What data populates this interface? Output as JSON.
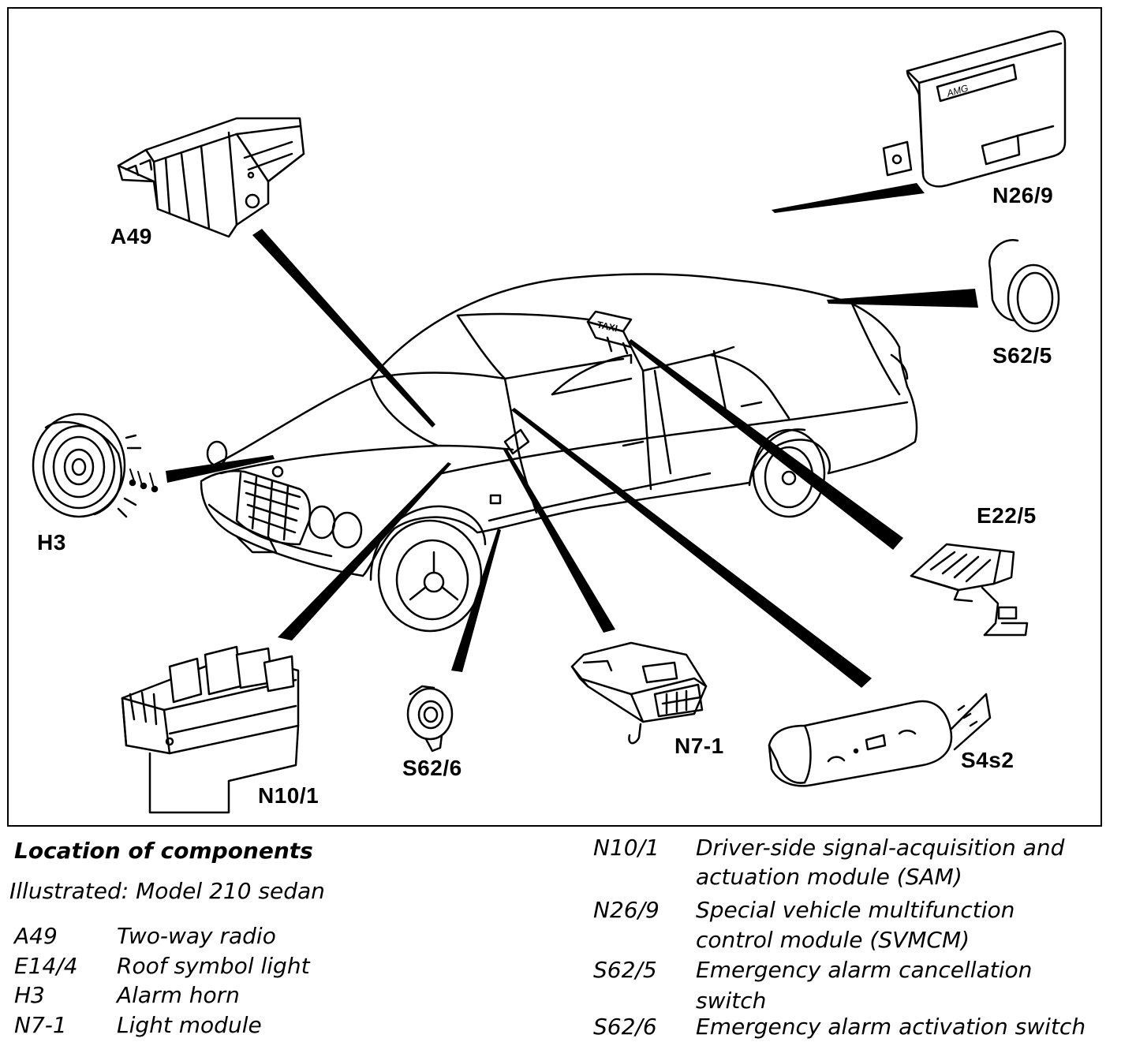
{
  "labels": {
    "a49": "A49",
    "n26_9": "N26/9",
    "s62_5": "S62/5",
    "h3": "H3",
    "e22_5": "E22/5",
    "n10_1": "N10/1",
    "s62_6": "S62/6",
    "n7_1": "N7-1",
    "s4s2": "S4s2",
    "taxi_sign": "TAXI",
    "module_badge": "AMG"
  },
  "caption": {
    "title": "Location of components",
    "subtitle": "Illustrated:  Model 210 sedan"
  },
  "legend_left": [
    {
      "code": "A49",
      "desc": "Two-way radio"
    },
    {
      "code": "E14/4",
      "desc": "Roof symbol light"
    },
    {
      "code": "H3",
      "desc": "Alarm horn"
    },
    {
      "code": "N7-1",
      "desc": "Light module"
    }
  ],
  "legend_right": [
    {
      "code": "N10/1",
      "desc_line1": "Driver-side signal-acquisition and",
      "desc_line2": "actuation module (SAM)"
    },
    {
      "code": "N26/9",
      "desc_line1": "Special vehicle multifunction",
      "desc_line2": "control module (SVMCM)"
    },
    {
      "code": "S62/5",
      "desc_line1": "Emergency alarm cancellation",
      "desc_line2": "switch"
    },
    {
      "code": "S62/6",
      "desc_line1": "Emergency alarm activation switch",
      "desc_line2": ""
    }
  ]
}
